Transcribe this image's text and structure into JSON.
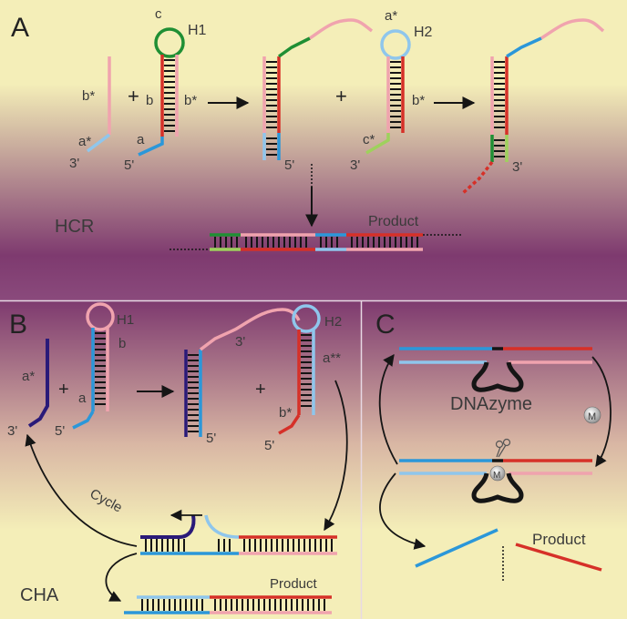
{
  "colors": {
    "bg_light": "#f4eeb8",
    "bg_dark": "#7e3a6f",
    "pink": "#f0a3ae",
    "red": "#d63028",
    "blue": "#2b97d9",
    "lightblue": "#8fc6ec",
    "green": "#1f8f34",
    "lightgreen": "#9ed15c",
    "navy": "#2a1a79",
    "black": "#151515"
  },
  "panelA": {
    "letter": "A",
    "hairpin1": "H1",
    "hairpin2": "H2",
    "method": "HCR",
    "product": "Product",
    "labels": {
      "c": "c",
      "a_star": "a*",
      "b_star": "b*",
      "b": "b",
      "a": "a",
      "c_star": "c*",
      "plus": "+",
      "three_prime": "3'",
      "five_prime": "5'"
    }
  },
  "panelB": {
    "letter": "B",
    "hairpin1": "H1",
    "hairpin2": "H2",
    "method": "CHA",
    "cycle": "Cycle",
    "product": "Product",
    "labels": {
      "a_star": "a*",
      "a": "a",
      "b": "b",
      "a_double_star": "a**",
      "b_star": "b*",
      "plus": "+",
      "three_prime": "3'",
      "five_prime": "5'"
    }
  },
  "panelC": {
    "letter": "C",
    "enzyme": "DNAzyme",
    "ion": "M",
    "product": "Product"
  }
}
